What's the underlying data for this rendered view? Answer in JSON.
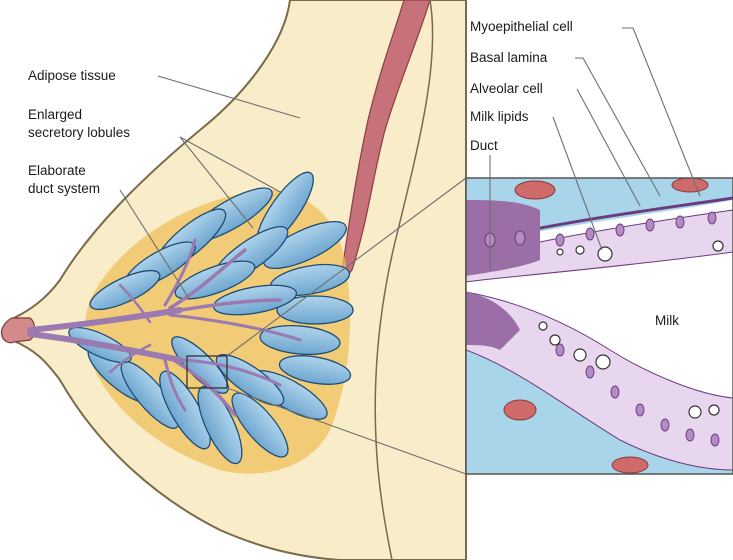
{
  "labels": {
    "adipose_tissue": "Adipose tissue",
    "enlarged_lobules_line1": "Enlarged",
    "enlarged_lobules_line2": "secretory lobules",
    "elaborate_duct_line1": "Elaborate",
    "elaborate_duct_line2": "duct system",
    "myoepithelial_cell": "Myoepithelial cell",
    "basal_lamina": "Basal lamina",
    "alveolar_cell": "Alveolar cell",
    "milk_lipids": "Milk lipids",
    "duct": "Duct",
    "milk": "Milk"
  },
  "colors": {
    "skin": "#f8ecc9",
    "skin_outline": "#7a6a4a",
    "muscle": "#c7727a",
    "lobule": "#7fb4d8",
    "lobule_outline": "#1f4d73",
    "duct_purple": "#9a7ab0",
    "fat_yellow": "#f0c05a",
    "connective_blue": "#a9d5ea",
    "alveolar_cell": "#e8d6ef",
    "basal_purple": "#9b6ea8",
    "blood_red": "#cf6a6a"
  }
}
